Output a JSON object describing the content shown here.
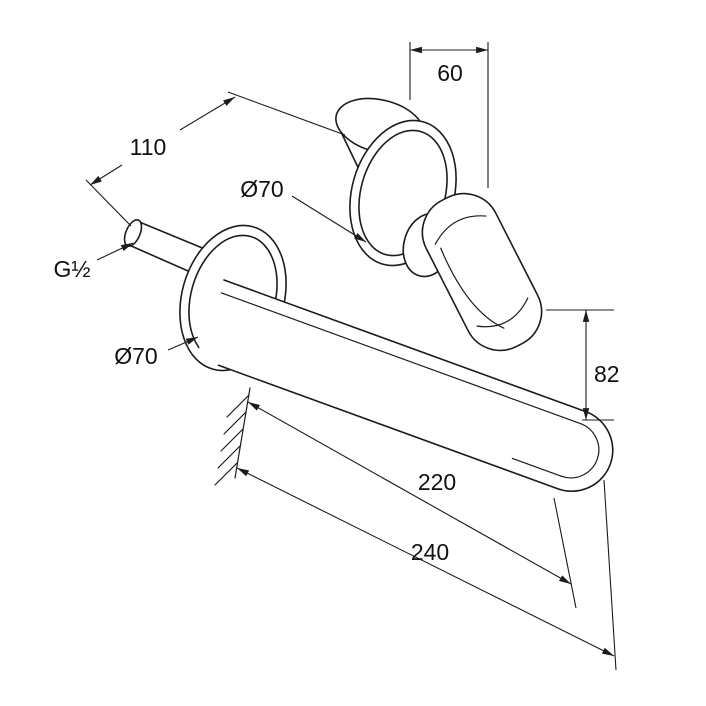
{
  "colors": {
    "line": "#1c1c1c",
    "background": "#ffffff",
    "text": "#111111"
  },
  "dimension_labels": {
    "top_width": "60",
    "wall_projection": "110",
    "upper_escutcheon_diameter": "Ø70",
    "connection_thread": "G½",
    "lower_escutcheon_diameter": "Ø70",
    "lever_height": "82",
    "spout_reach": "220",
    "overall_reach": "240"
  }
}
